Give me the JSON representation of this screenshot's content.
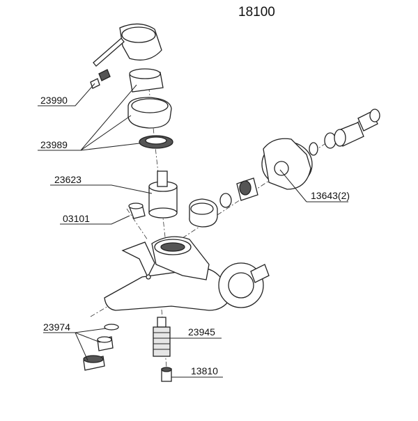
{
  "diagram": {
    "title": "18100",
    "labels": {
      "handle": "23990",
      "rings": "23989",
      "cartridge": "23623",
      "cap": "03101",
      "flange": "13643(2)",
      "aerator": "23974",
      "diverter": "23945",
      "plug": "13810"
    }
  }
}
